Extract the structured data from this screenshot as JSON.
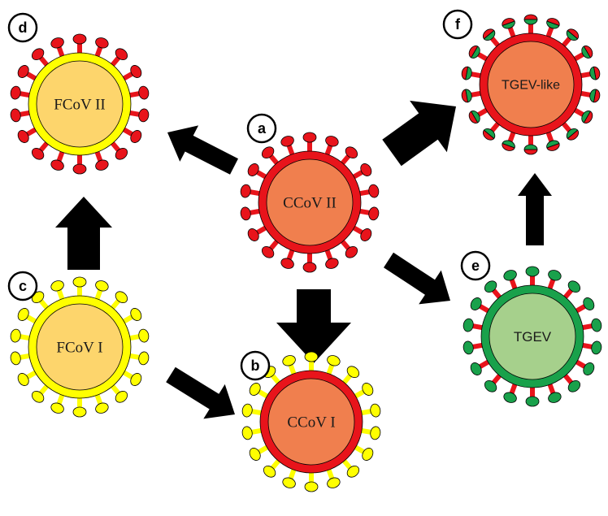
{
  "colors": {
    "red": "#e8141b",
    "red_fill": "#f07f4e",
    "yellow": "#ffff00",
    "yellow_fill": "#fdd56c",
    "green": "#19a14b",
    "green_fill": "#a6d08c",
    "arrow": "#000000",
    "badge_stroke": "#000000"
  },
  "nodes": {
    "a": {
      "badge": "a",
      "label": "CCoV II",
      "membrane": "red",
      "spikes": "red",
      "caps": "red"
    },
    "b": {
      "badge": "b",
      "label": "CCoV I",
      "membrane": "red",
      "spikes": "yellow",
      "caps": "yellow"
    },
    "c": {
      "badge": "c",
      "label": "FCoV I",
      "membrane": "yellow",
      "spikes": "yellow",
      "caps": "yellow"
    },
    "d": {
      "badge": "d",
      "label": "FCoV II",
      "membrane": "yellow",
      "spikes": "red",
      "caps": "red"
    },
    "e": {
      "badge": "e",
      "label": "TGEV",
      "membrane": "green",
      "spikes": "red",
      "caps": "green"
    },
    "f": {
      "badge": "f",
      "label": "TGEV-like",
      "membrane": "red",
      "spikes": "red",
      "caps": "mixed"
    }
  },
  "arrows": [
    {
      "from": "a",
      "to": "d",
      "weight": "thin"
    },
    {
      "from": "a",
      "to": "f",
      "weight": "thick"
    },
    {
      "from": "a",
      "to": "b",
      "weight": "thick"
    },
    {
      "from": "a",
      "to": "e",
      "weight": "thin"
    },
    {
      "from": "c",
      "to": "d",
      "weight": "thick"
    },
    {
      "from": "c",
      "to": "b",
      "weight": "thin"
    },
    {
      "from": "e",
      "to": "f",
      "weight": "thin"
    }
  ]
}
